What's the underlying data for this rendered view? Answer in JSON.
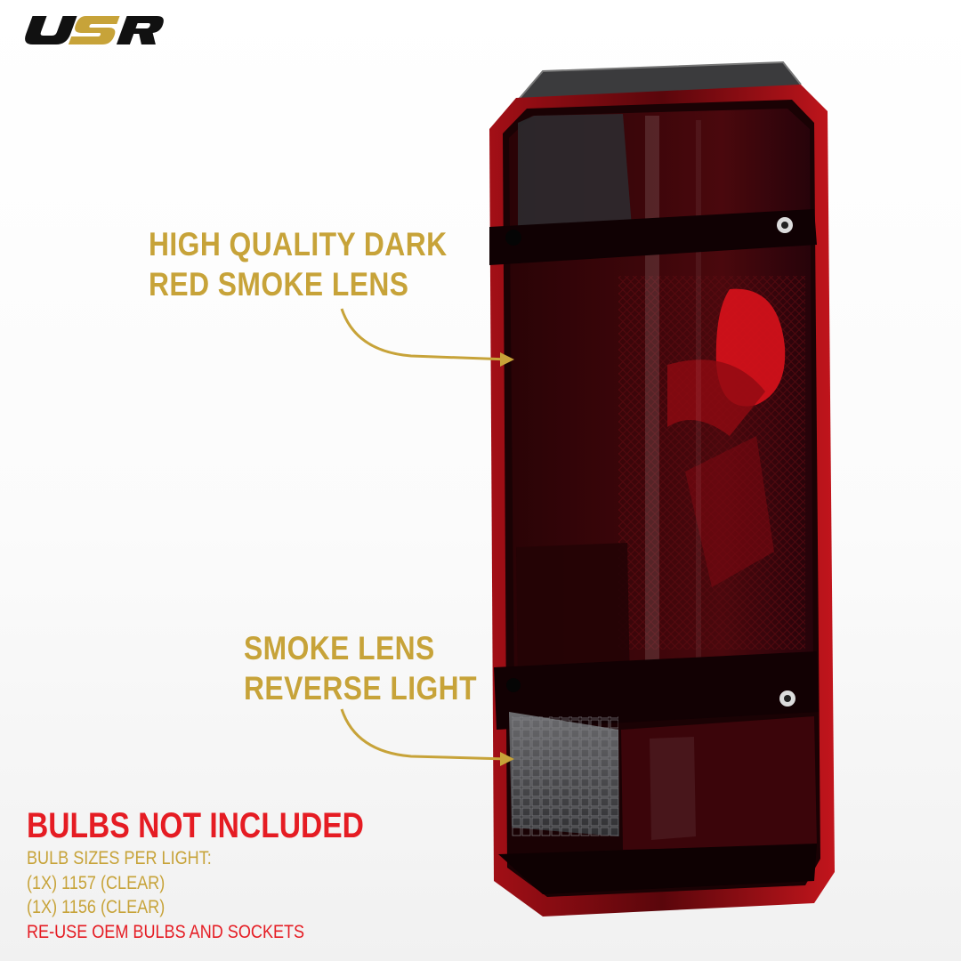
{
  "brand": {
    "logo_text": "USR",
    "colors": {
      "logo": "#111111",
      "logo_accent": "#c7a339"
    }
  },
  "callouts": [
    {
      "line1": "HIGH QUALITY DARK",
      "line2": "RED SMOKE LENS"
    },
    {
      "line1": "SMOKE LENS",
      "line2": "REVERSE LIGHT"
    }
  ],
  "notice": {
    "headline": "BULBS NOT INCLUDED",
    "subheading": "BULB SIZES PER LIGHT:",
    "bulbs": [
      "(1X) 1157 (CLEAR)",
      "(1X) 1156 (CLEAR)"
    ],
    "footer": "RE-USE OEM BULBS AND SOCKETS"
  },
  "product": {
    "name": "dark red smoke tail light",
    "colors": {
      "lens": "#3a0508",
      "housing": "#150204",
      "accent": "#c7a339",
      "warning": "#e51c23"
    }
  }
}
